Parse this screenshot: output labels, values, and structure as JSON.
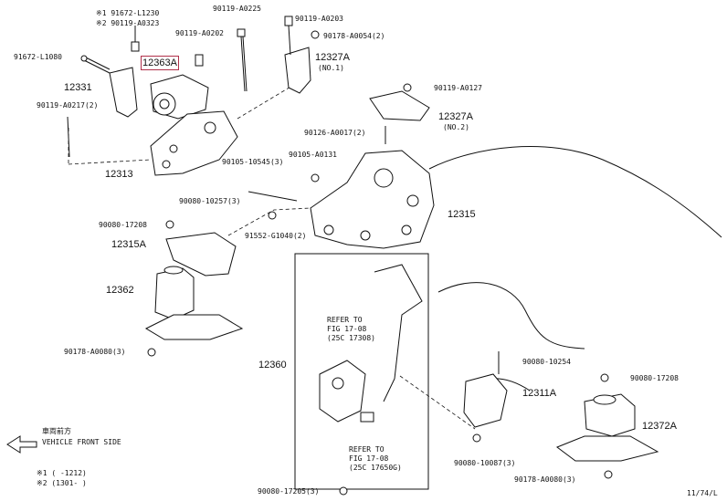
{
  "labels": {
    "n91672_l1230": "※1 91672-L1230",
    "n90119_a0323": "※2 90119-A0323",
    "n90119_a0225": "90119-A0225",
    "n90119_a0203": "90119-A0203",
    "n90178_a0054": "90178-A0054(2)",
    "n91672_l1080": "91672-L1080",
    "n90119_a0202": "90119-A0202",
    "n12363a": "12363A",
    "n12327a_1": "12327A",
    "n12327a_1_note": "(NO.1)",
    "n12331": "12331",
    "n90119_a0127": "90119-A0127",
    "n90119_a0217": "90119-A0217(2)",
    "n12327a_2": "12327A",
    "n12327a_2_note": "(NO.2)",
    "n90126_a0017": "90126-A0017(2)",
    "n12313": "12313",
    "n90105_a0131": "90105-A0131",
    "n90105_10545": "90105-10545(3)",
    "n90080_10257": "90080-10257(3)",
    "n12315": "12315",
    "n90080_17208_l": "90080-17208",
    "n12315a": "12315A",
    "n91552_g1040": "91552-G1040(2)",
    "n12362": "12362",
    "refer1_a": "REFER TO",
    "refer1_b": "FIG 17-08",
    "refer1_c": "(25C 17308)",
    "n90178_a0080_l": "90178-A0080(3)",
    "n12360": "12360",
    "n90080_10254": "90080-10254",
    "n90080_17208_r": "90080-17208",
    "n12311a": "12311A",
    "n12372a": "12372A",
    "vehicle_jp": "車両前方",
    "vehicle_en": "VEHICLE FRONT SIDE",
    "refer2_a": "REFER TO",
    "refer2_b": "FIG 17-08",
    "refer2_c": "(25C 17650G)",
    "n90080_10087": "90080-10087(3)",
    "n90178_a0080_r": "90178-A0080(3)",
    "note1": "※1 (        -1212)",
    "note2": "※2 (1301-        )",
    "n90080_17205": "90080-17205(3)",
    "fig_code": "11/74/L"
  },
  "highlight_color": "#b0304a"
}
